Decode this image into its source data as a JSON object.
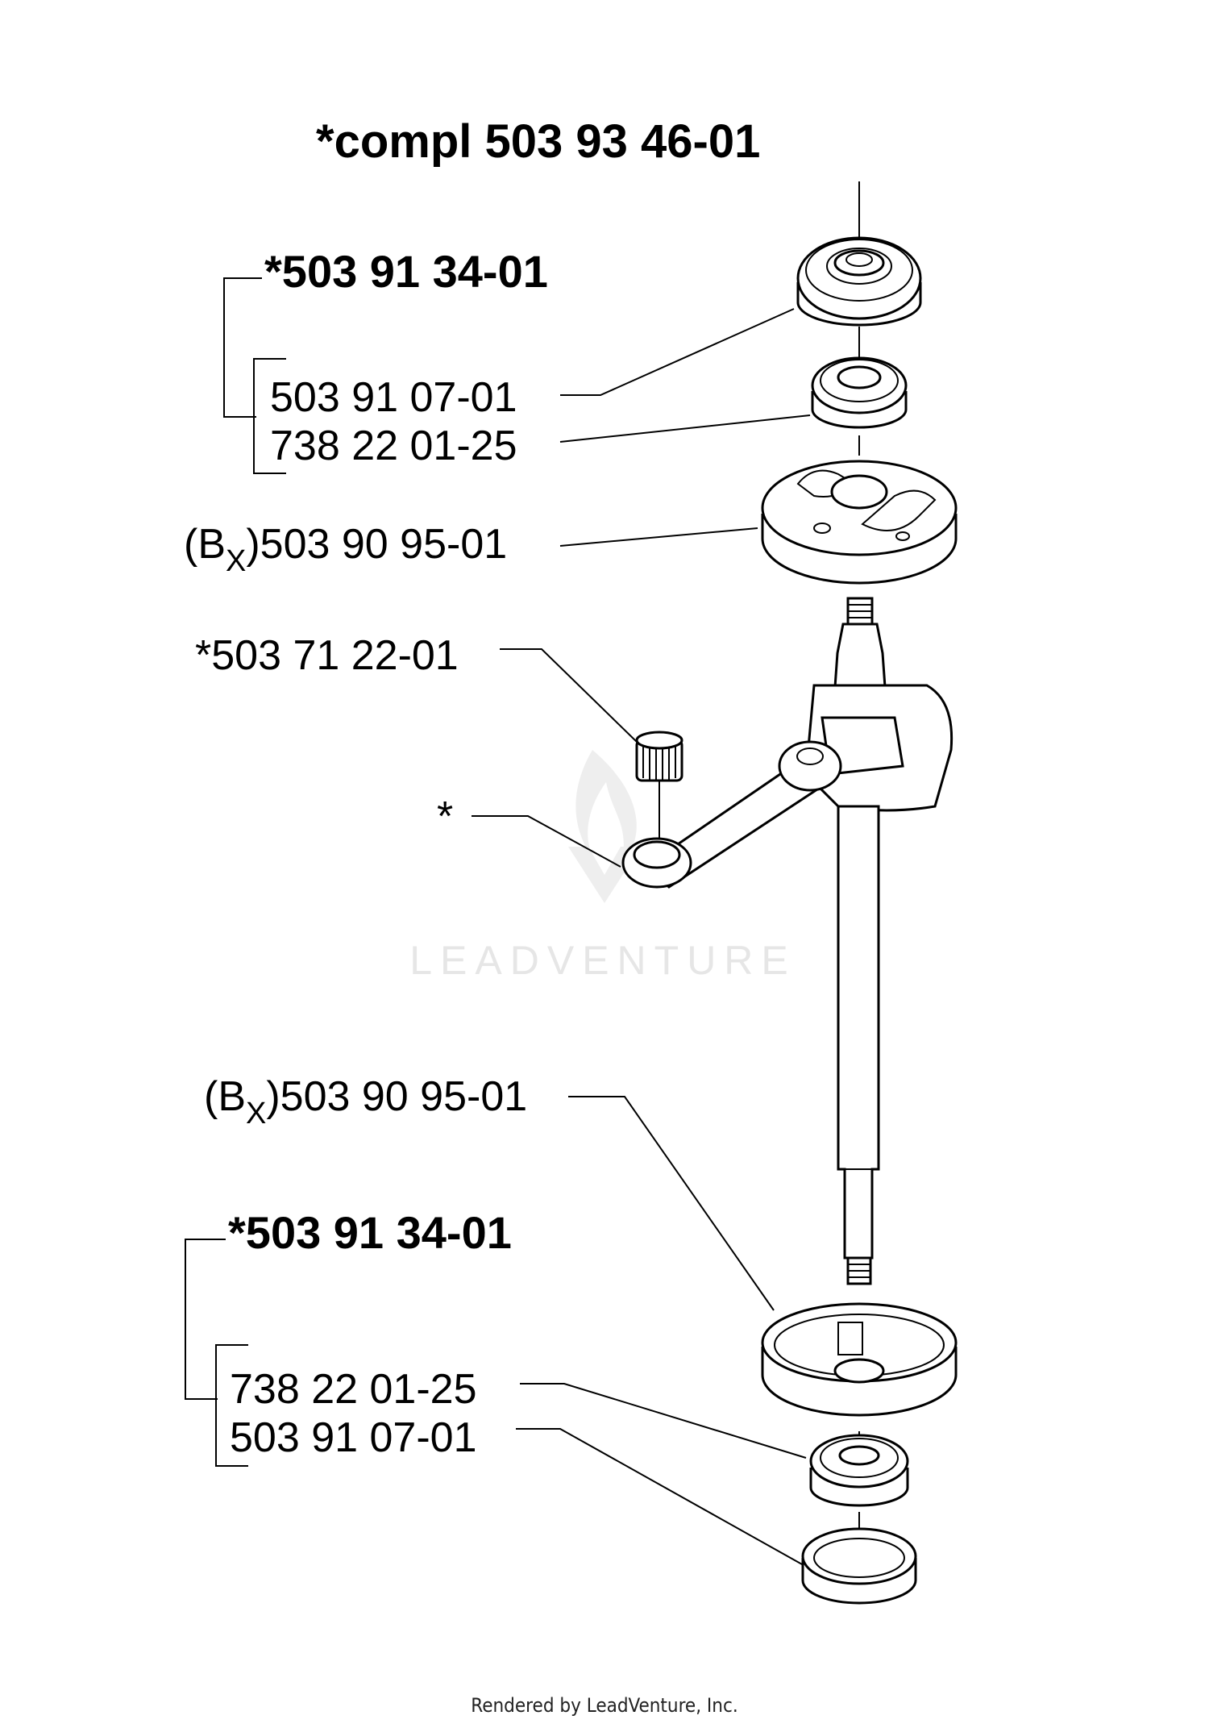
{
  "title": "*compl 503 93 46-01",
  "groups": [
    {
      "header": "*503 91 34-01",
      "items": [
        "503 91 07-01",
        "738 22 01-25"
      ]
    },
    {
      "header": "*503 91 34-01",
      "items": [
        "738 22 01-25",
        "503 91 07-01"
      ]
    }
  ],
  "parts": {
    "upper_counterweight": {
      "prefix": "(B",
      "sub": "X",
      "number": ")503 90 95-01"
    },
    "needle_bearing": "*503 71 22-01",
    "conrod": "*",
    "lower_counterweight": {
      "prefix": "(B",
      "sub": "X",
      "number": ")503 90 95-01"
    }
  },
  "watermark": "LEADVENTURE",
  "footer": "Rendered by LeadVenture, Inc."
}
